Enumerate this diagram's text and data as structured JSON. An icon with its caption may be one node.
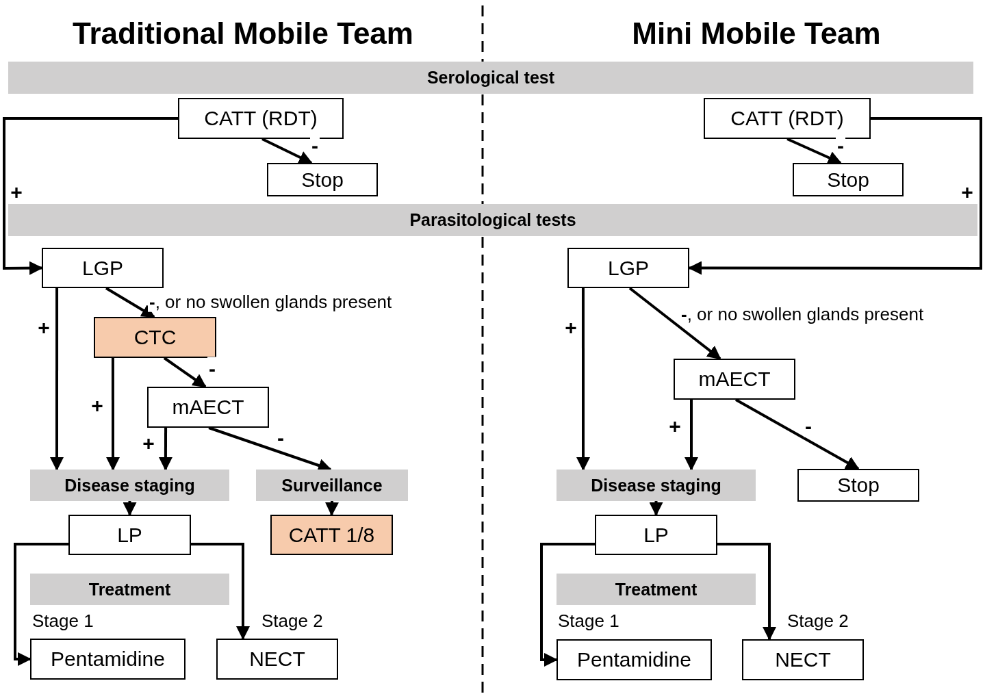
{
  "diagram": {
    "nodes": [
      {
        "text": [
          "Serological test"
        ]
      },
      {
        "text": [
          "Parasitological tests"
        ]
      },
      {
        "text": [
          "CATT (RDT)"
        ]
      },
      {
        "text": [
          "Stop"
        ]
      },
      {
        "text": [
          "LGP"
        ]
      },
      {
        "text": [
          "CTC"
        ]
      },
      {
        "text": [
          "mAECT"
        ]
      },
      {
        "text": [
          "Disease staging"
        ]
      },
      {
        "text": [
          "Surveillance"
        ]
      },
      {
        "text": [
          "LP"
        ]
      },
      {
        "text": [
          "CATT 1/8"
        ]
      },
      {
        "text": [
          "Treatment"
        ]
      },
      {
        "text": [
          "Pentamidine"
        ]
      },
      {
        "text": [
          "NECT"
        ]
      },
      {
        "text": [
          "CATT (RDT)"
        ]
      },
      {
        "text": [
          "Stop"
        ]
      },
      {
        "text": [
          "LGP"
        ]
      },
      {
        "text": [
          "mAECT"
        ]
      },
      {
        "text": [
          "Disease staging"
        ]
      },
      {
        "text": [
          "Stop"
        ]
      },
      {
        "text": [
          "LP"
        ]
      },
      {
        "text": [
          "Treatment"
        ]
      },
      {
        "text": [
          "Pentamidine"
        ]
      },
      {
        "text": [
          "NECT"
        ]
      }
    ],
    "edges": [
      {
        "from": 2,
        "to": 4,
        "arrow": "to",
        "label": "+"
      },
      {
        "from": 2,
        "to": 3,
        "arrow": "to",
        "label": "-"
      },
      {
        "from": 4,
        "to": 7,
        "arrow": "to",
        "label": "+"
      },
      {
        "from": 4,
        "to": 5,
        "arrow": "to",
        "label": "**-**, or no swollen glands present"
      },
      {
        "from": 5,
        "to": 7,
        "arrow": "to",
        "label": "+"
      },
      {
        "from": 5,
        "to": 6,
        "arrow": "to",
        "label": "-"
      },
      {
        "from": 6,
        "to": 7,
        "arrow": "to",
        "label": "+"
      },
      {
        "from": 6,
        "to": 8,
        "arrow": "to",
        "label": "-"
      },
      {
        "from": 7,
        "to": 9,
        "arrow": "to"
      },
      {
        "from": 8,
        "to": 10,
        "arrow": "to"
      },
      {
        "from": 9,
        "to": 12,
        "arrow": "to",
        "label": "Stage 1"
      },
      {
        "from": 9,
        "to": 13,
        "arrow": "to",
        "label": "Stage 2"
      },
      {
        "from": 14,
        "to": 16,
        "arrow": "to",
        "label": "+"
      },
      {
        "from": 14,
        "to": 15,
        "arrow": "to",
        "label": "-"
      },
      {
        "from": 16,
        "to": 18,
        "arrow": "to",
        "label": "+"
      },
      {
        "from": 16,
        "to": 17,
        "arrow": "to",
        "label": "**-**, or no swollen glands present"
      },
      {
        "from": 17,
        "to": 18,
        "arrow": "to",
        "label": "+"
      },
      {
        "from": 17,
        "to": 19,
        "arrow": "to",
        "label": "-"
      },
      {
        "from": 18,
        "to": 20,
        "arrow": "to"
      },
      {
        "from": 20,
        "to": 22,
        "arrow": "to",
        "label": "Stage 1"
      },
      {
        "from": 20,
        "to": 23,
        "arrow": "to",
        "label": "Stage 2"
      }
    ],
    "labels": [
      "Traditional Mobile Team",
      "Mini Mobile Team"
    ]
  }
}
